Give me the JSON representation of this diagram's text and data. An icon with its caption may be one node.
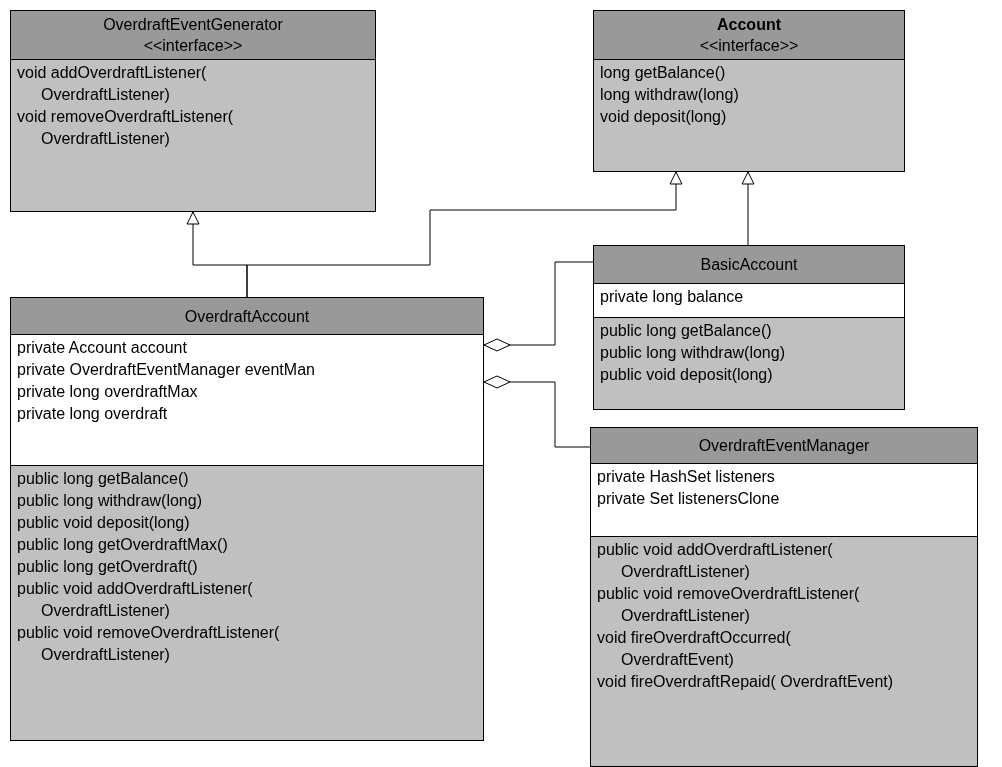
{
  "diagram": {
    "nodes": [
      {
        "text": [
          "OverdraftEventGenerator",
          "<<interface>>"
        ]
      },
      {
        "text": [
          "void addOverdraftListener( OverdraftListener)",
          "void removeOverdraftListener( OverdraftListener)"
        ],
        "in": 0
      },
      {
        "text": [
          "Account",
          "<<interface>>"
        ]
      },
      {
        "text": [
          "long getBalance()",
          "long withdraw(long)",
          "void deposit(long)"
        ],
        "in": 2
      },
      {
        "text": [
          "BasicAccount"
        ]
      },
      {
        "text": [
          "private long balance"
        ],
        "in": 4
      },
      {
        "text": [
          "public long getBalance()",
          "public long withdraw(long)",
          "public void deposit(long)"
        ],
        "in": 4
      },
      {
        "text": [
          "OverdraftAccount"
        ]
      },
      {
        "text": [
          "private Account account",
          "private OverdraftEventManager eventMan",
          "private long overdraftMax",
          "private long overdraft"
        ],
        "in": 7
      },
      {
        "text": [
          "public long getBalance()",
          "public long withdraw(long)",
          "public void deposit(long)",
          "public long getOverdraftMax()",
          "public long getOverdraft()",
          "public void addOverdraftListener( OverdraftListener)",
          "public void removeOverdraftListener( OverdraftListener)"
        ],
        "in": 7
      },
      {
        "text": [
          "OverdraftEventManager"
        ]
      },
      {
        "text": [
          "private HashSet listeners",
          "private Set listenersClone"
        ],
        "in": 10
      },
      {
        "text": [
          "public void addOverdraftListener( OverdraftListener)",
          "public void removeOverdraftListener( OverdraftListener)",
          "void fireOverdraftOccurred( OverdraftEvent)",
          "void fireOverdraftRepaid( OverdraftEvent)"
        ],
        "in": 10
      }
    ],
    "edges": [
      {
        "from": 7,
        "to": 0,
        "arrow": "to"
      },
      {
        "from": 7,
        "to": 2,
        "arrow": "to"
      },
      {
        "from": 4,
        "to": 2,
        "arrow": "to"
      },
      {
        "from": 7,
        "to": 4,
        "arrow": "other"
      },
      {
        "from": 7,
        "to": 10,
        "arrow": "other"
      }
    ]
  }
}
